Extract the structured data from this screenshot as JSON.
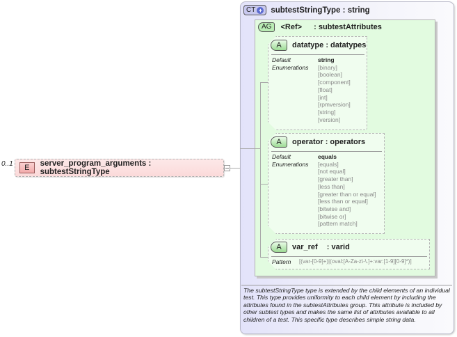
{
  "element": {
    "occurrence": "0..1",
    "badge": "E",
    "name": "server_program_arguments",
    "separator": ":",
    "type": "subtestStringType"
  },
  "complex_type": {
    "badge": "CT",
    "badge_icon": "plus-icon",
    "name": "subtestStringType",
    "separator": ":",
    "base": "string",
    "documentation": "The subtestStringType type is extended by the child elements of an individual test.  This type provides uniformity to each child element by including the attributes found in the subtestAttributes group.  This attribute is included by other subtest types and makes the same list of attributes available to all children of a test.  This specific type describes simple string data."
  },
  "attribute_group": {
    "badge": "AG",
    "ref": "<Ref>",
    "separator": ":",
    "name": "subtestAttributes"
  },
  "attributes": [
    {
      "badge": "A",
      "name": "datatype",
      "separator": ":",
      "type": "datatypes",
      "default_label": "Default",
      "default_value": "string",
      "enum_label": "Enumerations",
      "enumerations": [
        "[binary]",
        "[boolean]",
        "[component]",
        "[float]",
        "[int]",
        "[rpmversion]",
        "[string]",
        "[version]"
      ]
    },
    {
      "badge": "A",
      "name": "operator",
      "separator": ":",
      "type": "operators",
      "default_label": "Default",
      "default_value": "equals",
      "enum_label": "Enumerations",
      "enumerations": [
        "[equals]",
        "[not equal]",
        "[greater than]",
        "[less than]",
        "[greater than or equal]",
        "[less than or equal]",
        "[bitwise and]",
        "[bitwise or]",
        "[pattern match]"
      ]
    },
    {
      "badge": "A",
      "name": "var_ref",
      "separator": ":",
      "type": "varid",
      "pattern_label": "Pattern",
      "pattern_value": "[(var-[0-9]+)|(oval:[A-Za-z\\-\\.]+:var:[1-9][0-9]*)]"
    }
  ],
  "colors": {
    "element_fill": "#fbdada",
    "complex_type_fill": "#e3e3fa",
    "attribute_group_fill": "#e2fbe0",
    "enum_text": "#888888"
  }
}
